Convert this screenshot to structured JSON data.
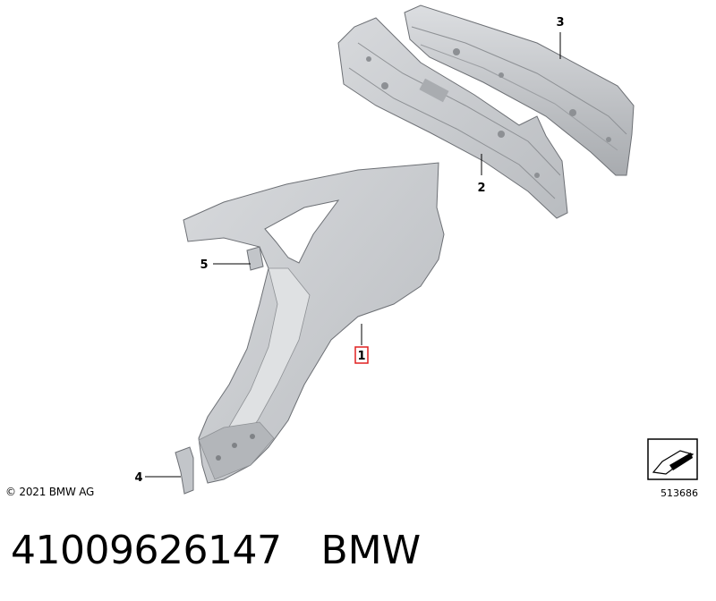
{
  "diagram": {
    "copyright": "© 2021 BMW AG",
    "reference_number": "513686",
    "callouts": [
      {
        "label": "1",
        "highlighted": true
      },
      {
        "label": "2"
      },
      {
        "label": "3"
      },
      {
        "label": "4"
      },
      {
        "label": "5"
      }
    ],
    "colors": {
      "part_fill": "#c8cacd",
      "part_shade": "#a9acb0",
      "outline": "#6d7075",
      "highlight": "#e02020"
    }
  },
  "caption": {
    "part_number": "41009626147",
    "brand": "BMW"
  }
}
